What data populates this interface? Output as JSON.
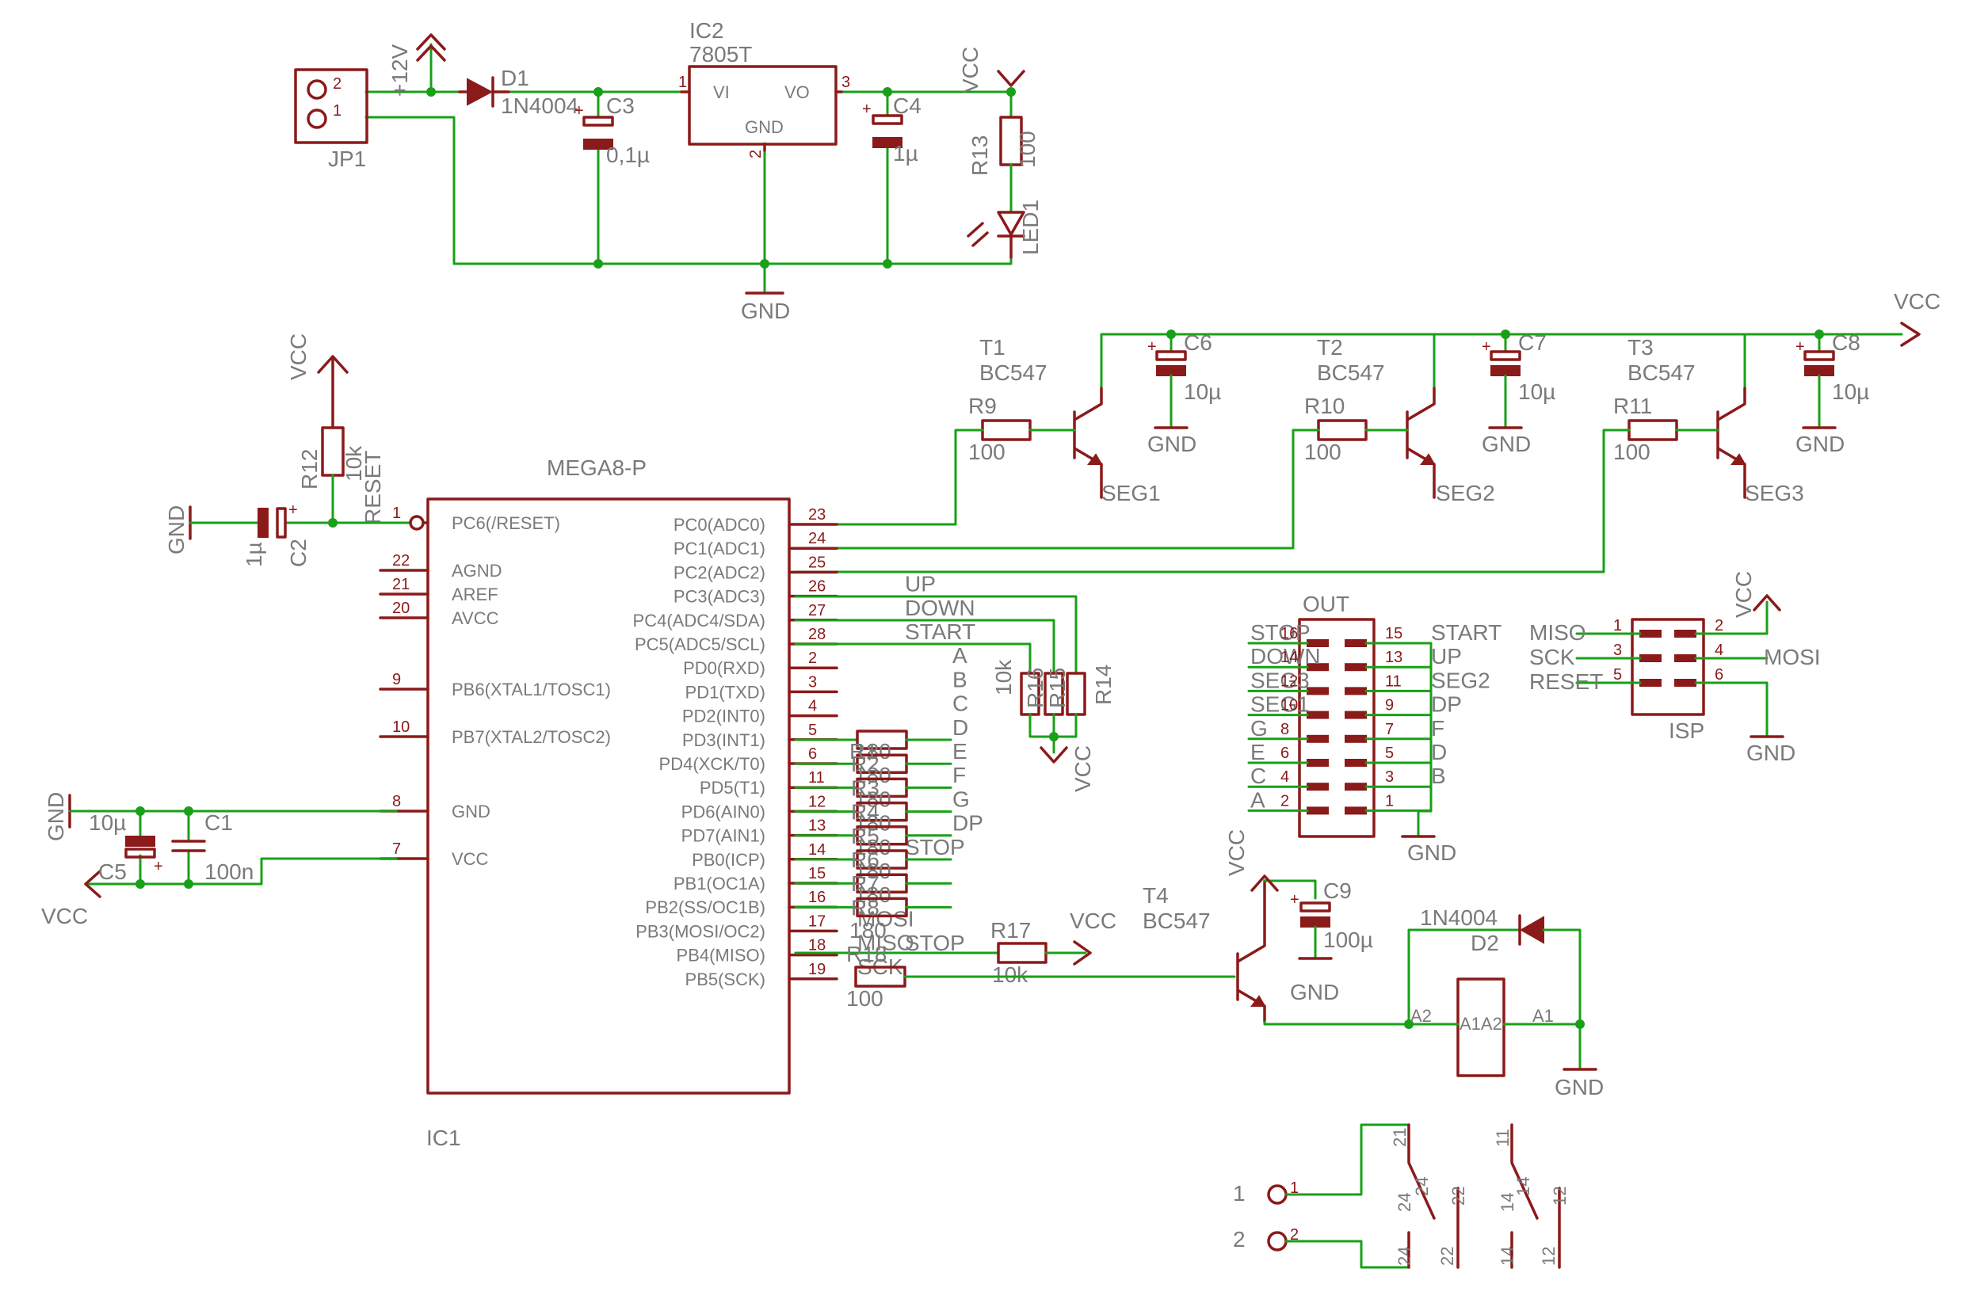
{
  "power": {
    "jp1": {
      "name": "JP1",
      "pin2": "2",
      "pin1": "1"
    },
    "v12": "+12V",
    "d1": {
      "name": "D1",
      "value": "1N4004"
    },
    "c3": {
      "name": "C3",
      "value": "0,1µ"
    },
    "ic2": {
      "name": "IC2",
      "value": "7805T",
      "vi": "VI",
      "vo": "VO",
      "gnd": "GND",
      "p1": "1",
      "p2": "2",
      "p3": "3"
    },
    "c4": {
      "name": "C4",
      "value": "1µ"
    },
    "vcc": "VCC",
    "r13": {
      "name": "R13",
      "value": "100"
    },
    "led1": "LED1",
    "gnd": "GND"
  },
  "digits": {
    "vcc": "VCC",
    "t1": {
      "name": "T1",
      "value": "BC547",
      "seg": "SEG1"
    },
    "t2": {
      "name": "T2",
      "value": "BC547",
      "seg": "SEG2"
    },
    "t3": {
      "name": "T3",
      "value": "BC547",
      "seg": "SEG3"
    },
    "r9": {
      "name": "R9",
      "value": "100"
    },
    "r10": {
      "name": "R10",
      "value": "100"
    },
    "r11": {
      "name": "R11",
      "value": "100"
    },
    "c6": {
      "name": "C6",
      "value": "10µ"
    },
    "c7": {
      "name": "C7",
      "value": "10µ"
    },
    "c8": {
      "name": "C8",
      "value": "10µ"
    },
    "gnd": "GND"
  },
  "reset": {
    "vcc": "VCC",
    "r12": {
      "name": "R12",
      "value": "10k"
    },
    "net": "RESET",
    "gnd": "GND",
    "c2": {
      "name": "C2",
      "value": "1µ"
    }
  },
  "mcu": {
    "type": "MEGA8-P",
    "name": "IC1",
    "left_pins": [
      {
        "num": "1",
        "name": "PC6(/RESET)"
      },
      {
        "num": "22",
        "name": "AGND"
      },
      {
        "num": "21",
        "name": "AREF"
      },
      {
        "num": "20",
        "name": "AVCC"
      },
      {
        "num": "9",
        "name": "PB6(XTAL1/TOSC1)"
      },
      {
        "num": "10",
        "name": "PB7(XTAL2/TOSC2)"
      },
      {
        "num": "8",
        "name": "GND"
      },
      {
        "num": "7",
        "name": "VCC"
      }
    ],
    "right_pins": [
      {
        "num": "23",
        "name": "PC0(ADC0)",
        "net": ""
      },
      {
        "num": "24",
        "name": "PC1(ADC1)",
        "net": ""
      },
      {
        "num": "25",
        "name": "PC2(ADC2)",
        "net": ""
      },
      {
        "num": "26",
        "name": "PC3(ADC3)",
        "net": "UP"
      },
      {
        "num": "27",
        "name": "PC4(ADC4/SDA)",
        "net": "DOWN"
      },
      {
        "num": "28",
        "name": "PC5(ADC5/SCL)",
        "net": "START"
      },
      {
        "num": "2",
        "name": "PD0(RXD)",
        "net": "A"
      },
      {
        "num": "3",
        "name": "PD1(TXD)",
        "net": "B"
      },
      {
        "num": "4",
        "name": "PD2(INT0)",
        "net": "C"
      },
      {
        "num": "5",
        "name": "PD3(INT1)",
        "net": "D"
      },
      {
        "num": "6",
        "name": "PD4(XCK/T0)",
        "net": "E"
      },
      {
        "num": "11",
        "name": "PD5(T1)",
        "net": "F"
      },
      {
        "num": "12",
        "name": "PD6(AIN0)",
        "net": "G"
      },
      {
        "num": "13",
        "name": "PD7(AIN1)",
        "net": "DP"
      },
      {
        "num": "14",
        "name": "PB0(ICP)",
        "net": "STOP"
      },
      {
        "num": "15",
        "name": "PB1(OC1A)",
        "net": ""
      },
      {
        "num": "16",
        "name": "PB2(SS/OC1B)",
        "net": ""
      },
      {
        "num": "17",
        "name": "PB3(MOSI/OC2)",
        "net": "MOSI"
      },
      {
        "num": "18",
        "name": "PB4(MISO)",
        "net": "MISO"
      },
      {
        "num": "19",
        "name": "PB5(SCK)",
        "net": "SCK"
      }
    ]
  },
  "seg_resistors": {
    "r1": "R1",
    "value": "180",
    "overlap": [
      "R2",
      "R3",
      "R4",
      "R5",
      "R6",
      "R7",
      "R8"
    ]
  },
  "pullups": {
    "value": "10k",
    "names": [
      "R16",
      "R15",
      "R14"
    ],
    "vcc": "VCC"
  },
  "decoupling": {
    "gnd": "GND",
    "vcc": "VCC",
    "c5": {
      "name": "C5",
      "value": "10µ"
    },
    "c1": {
      "name": "C1",
      "value": "100n"
    }
  },
  "out": {
    "name": "OUT",
    "rows": [
      {
        "ln": "STOP",
        "lp": "16",
        "rp": "15",
        "rn": "START"
      },
      {
        "ln": "DOWN",
        "lp": "14",
        "rp": "13",
        "rn": "UP"
      },
      {
        "ln": "SEG3",
        "lp": "12",
        "rp": "11",
        "rn": "SEG2"
      },
      {
        "ln": "SEG1",
        "lp": "10",
        "rp": "9",
        "rn": "DP"
      },
      {
        "ln": "G",
        "lp": "8",
        "rp": "7",
        "rn": "F"
      },
      {
        "ln": "E",
        "lp": "6",
        "rp": "5",
        "rn": "D"
      },
      {
        "ln": "C",
        "lp": "4",
        "rp": "3",
        "rn": "B"
      },
      {
        "ln": "A",
        "lp": "2",
        "rp": "1",
        "rn": ""
      }
    ],
    "gnd": "GND"
  },
  "isp": {
    "name": "ISP",
    "rows": [
      {
        "ln": "MISO",
        "lp": "1",
        "rp": "2",
        "rn": "VCC"
      },
      {
        "ln": "SCK",
        "lp": "3",
        "rp": "4",
        "rn": "MOSI"
      },
      {
        "ln": "RESET",
        "lp": "5",
        "rp": "6",
        "rn": ""
      }
    ],
    "gnd": "GND"
  },
  "relay_drv": {
    "r17": {
      "name": "R17",
      "value": "10k",
      "stop": "STOP",
      "vcc": "VCC"
    },
    "r18": {
      "name": "R18",
      "value": "100"
    },
    "t4": {
      "name": "T4",
      "value": "BC547",
      "vcc": "VCC"
    },
    "c9": {
      "name": "C9",
      "value": "100µ",
      "gnd": "GND"
    },
    "d2": {
      "name": "D2",
      "value": "1N4004"
    },
    "coil": {
      "a2": "A2",
      "a1": "A1",
      "inside": "A1A2"
    },
    "gnd": "GND"
  },
  "contacts": {
    "t1": "1",
    "t2": "2",
    "tp1": "1",
    "tp2": "2",
    "k1": [
      "21",
      "24",
      "24",
      "22",
      "22",
      "24"
    ],
    "k2": [
      "11",
      "14",
      "14",
      "12",
      "12",
      "14"
    ]
  }
}
